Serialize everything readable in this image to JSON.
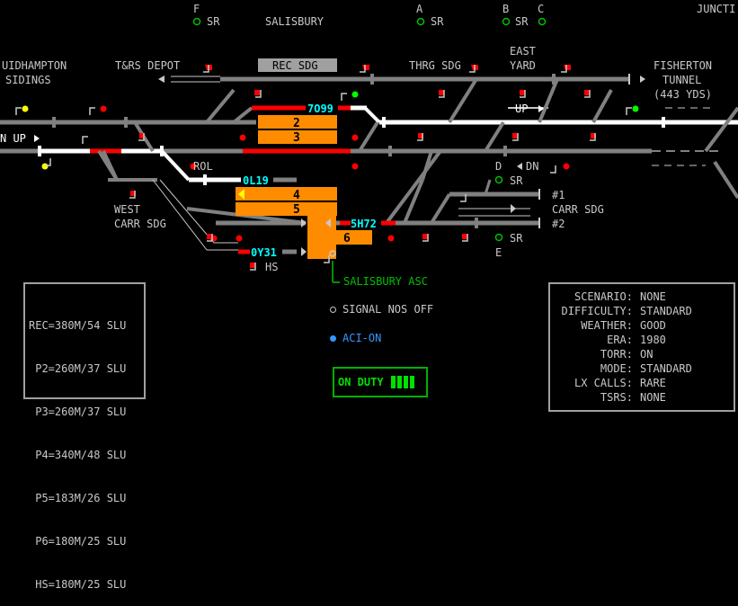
{
  "colors": {
    "background": "#000000",
    "track_idle": "#808080",
    "track_set": "#ffffff",
    "track_occupied": "#ff0000",
    "platform": "#ff8c00",
    "headcode": "#00ffff",
    "signal_red": "#ff0000",
    "signal_green": "#00ff00",
    "signal_yellow": "#ffff00",
    "duty_green": "#00e000"
  },
  "locations": {
    "f_sr": {
      "letter": "F",
      "text": "SR"
    },
    "salisbury": "SALISBURY",
    "a_sr": {
      "letter": "A",
      "text": "SR"
    },
    "b_sr": {
      "letter": "B",
      "text": "SR"
    },
    "c": "C",
    "junction": "JUNCTI",
    "wilton": [
      "UIDHAMPTON",
      "SIDINGS"
    ],
    "trs_depot": "T&RS DEPOT",
    "rec_sdg": "REC SDG",
    "thrg_sdg": "THRG SDG",
    "east_yard": [
      "EAST",
      "YARD"
    ],
    "fisherton": [
      "FISHERTON",
      "TUNNEL",
      "(443 YDS)"
    ],
    "up_left": "N UP",
    "up_right": "UP",
    "rol": "ROL",
    "d_dn": {
      "letter": "D",
      "text": "DN"
    },
    "d_sr": "SR",
    "carr_1": "#1",
    "carr_sdg": "CARR SDG",
    "carr_2": "#2",
    "west_carr": [
      "WEST",
      "CARR SDG"
    ],
    "e_sr": {
      "text": "SR",
      "letter": "E"
    },
    "hs": "HS",
    "salisbury_asc": "SALISBURY ASC"
  },
  "platforms": [
    "2",
    "3",
    "4",
    "5",
    "6"
  ],
  "headcodes": [
    "7O99",
    "0L19",
    "5H72",
    "0Y31"
  ],
  "info_box": [
    "REC=380M/54 SLU",
    " P2=260M/37 SLU",
    " P3=260M/37 SLU",
    " P4=340M/48 SLU",
    " P5=183M/26 SLU",
    " P6=180M/25 SLU",
    " HS=180M/25 SLU"
  ],
  "scenario": [
    {
      "key": "SCENARIO:",
      "value": "NONE"
    },
    {
      "key": "DIFFICULTY:",
      "value": "STANDARD"
    },
    {
      "key": "WEATHER:",
      "value": "GOOD"
    },
    {
      "key": "ERA:",
      "value": "1980"
    },
    {
      "key": "TORR:",
      "value": "ON"
    },
    {
      "key": "MODE:",
      "value": "STANDARD"
    },
    {
      "key": "LX CALLS:",
      "value": "RARE"
    },
    {
      "key": "TSRS:",
      "value": "NONE"
    }
  ],
  "legend": {
    "signal_nos": "SIGNAL NOS OFF",
    "aci": "ACI-ON"
  },
  "on_duty": {
    "label": "ON DUTY",
    "bars": 4
  }
}
